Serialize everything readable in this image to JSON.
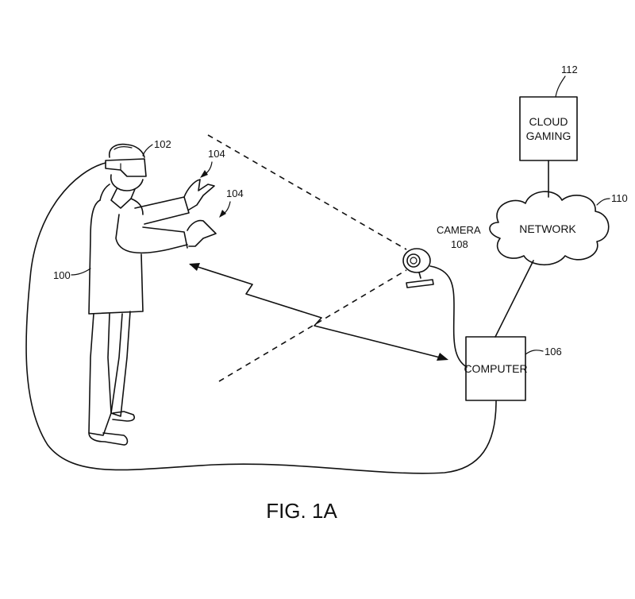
{
  "figure": {
    "caption": "FIG. 1A"
  },
  "labels": {
    "user": "100",
    "hmd": "102",
    "hand_upper": "104",
    "hand_lower": "104",
    "computer_ref": "106",
    "camera_ref": "108",
    "network_ref": "110",
    "cloud_ref": "112"
  },
  "boxes": {
    "cloud_gaming_line1": "CLOUD",
    "cloud_gaming_line2": "GAMING",
    "network": "NETWORK",
    "computer": "COMPUTER",
    "camera": "CAMERA"
  }
}
